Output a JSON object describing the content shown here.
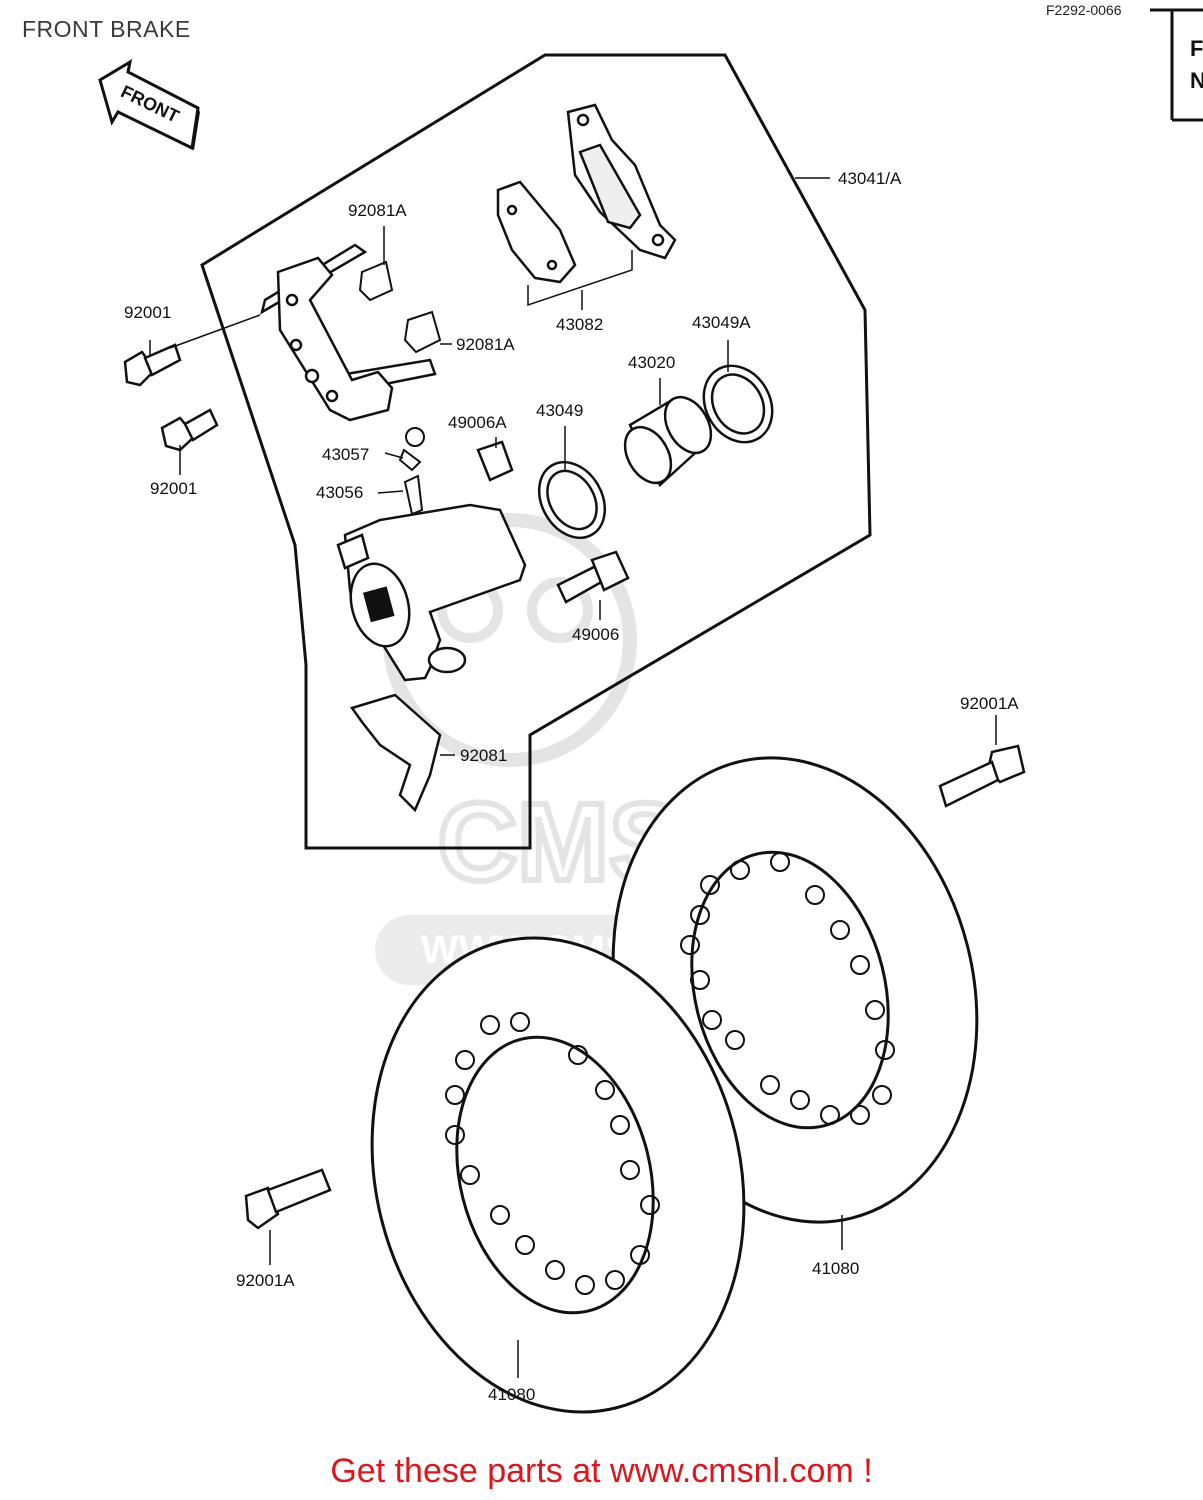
{
  "page": {
    "title": "FRONT BRAKE",
    "ref_code": "F2292-0066",
    "edge_fragment_top": "F",
    "edge_fragment_bottom": "N"
  },
  "diagram": {
    "front_arrow_label": "FRONT",
    "watermark_text": "WWW.CMSNL.COM",
    "watermark_logo_text": "CMS",
    "part_labels": {
      "caliper_assembly": "43041/A",
      "pad_spring_upper": "92081A",
      "pad_spring_lower": "92081A",
      "bolt_upper": "92001",
      "bolt_lower": "92001",
      "pads": "43082",
      "seal_outer": "43049A",
      "piston": "43020",
      "seal_inner": "43049",
      "boot": "49006A",
      "bleed_cap": "43057",
      "bleed_valve": "43056",
      "pin_bolt": "49006",
      "pad_spring_plate": "92081",
      "disc_bolt_right": "92001A",
      "disc_bolt_left": "92001A",
      "disc_right": "41080",
      "disc_left": "41080"
    }
  },
  "footer": {
    "promo_text": "Get these parts at www.cmsnl.com !"
  }
}
